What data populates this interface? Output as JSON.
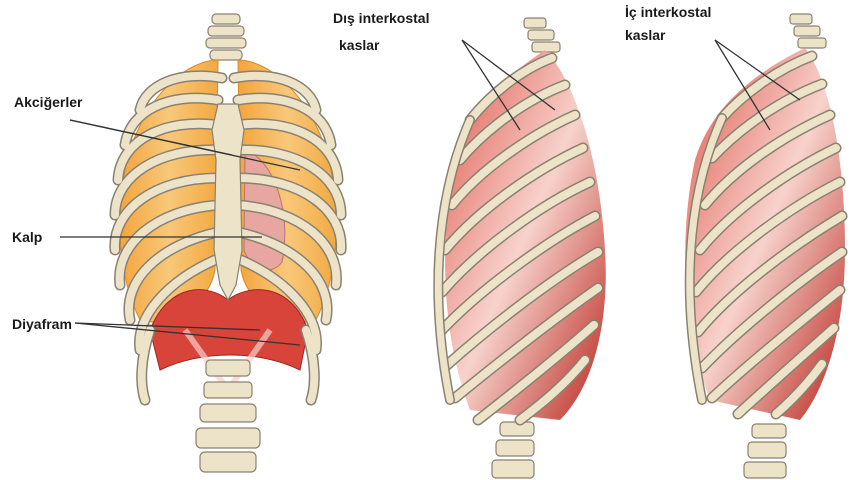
{
  "labels": {
    "lungs": "Akciğerler",
    "heart": "Kalp",
    "diaphragm": "Diyafram",
    "external_line1": "Dış interkostal",
    "external_line2": "kaslar",
    "internal_line1": "İç interkostal",
    "internal_line2": "kaslar"
  },
  "colors": {
    "bone": "#ece3c9",
    "bone_outline": "#8a8170",
    "lung": "#f2b356",
    "muscle": "#c9302c",
    "muscle_light": "#f4c6bd",
    "heart": "#e8a6a0",
    "leader_line": "#333333"
  }
}
